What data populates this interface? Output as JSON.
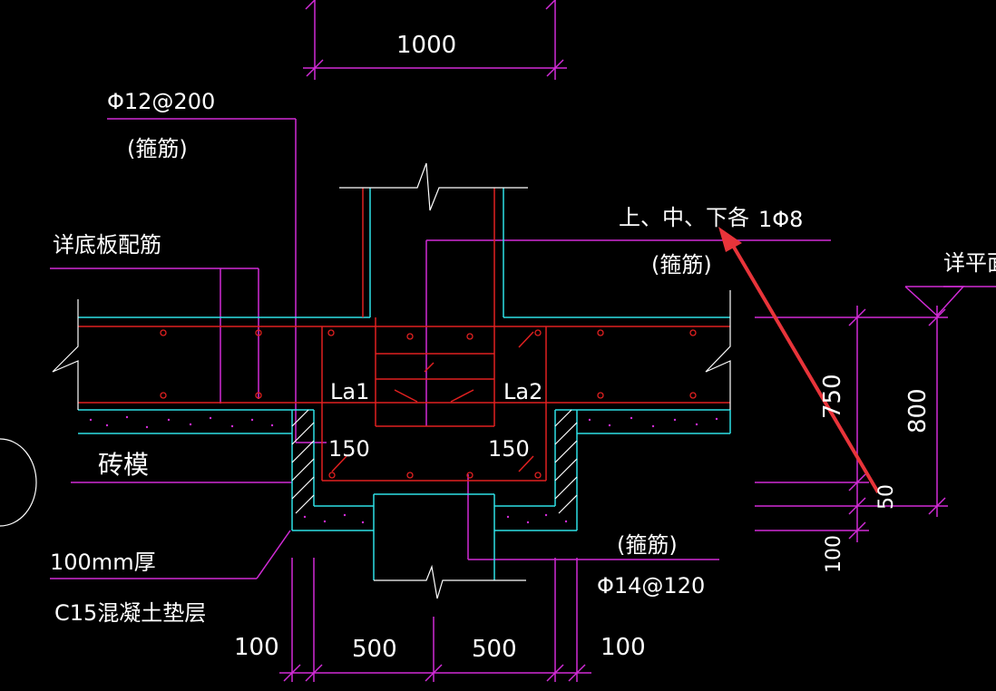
{
  "labels": {
    "dim_top": "1000",
    "rebar_top_left": "Φ12@200",
    "stirrup_left": "(箍筋)",
    "base_plate_note": "详底板配筋",
    "stirrup_top_right": "上、中、下各",
    "rebar_top_right": "1Φ8",
    "stirrup_right": "(箍筋)",
    "plan_note": "详平面",
    "brick_mould": "砖模",
    "thickness": "100mm厚",
    "cushion": "C15混凝土垫层",
    "la1": "La1",
    "la2": "La2",
    "dim_150_left": "150",
    "dim_150_right": "150",
    "stirrup_bottom": "(箍筋)",
    "rebar_bottom": "Φ14@120",
    "dim_750": "750",
    "dim_800": "800",
    "dim_50": "50",
    "dim_100_right": "100",
    "dim_b1": "100",
    "dim_b2": "500",
    "dim_b3": "500",
    "dim_b4": "100"
  },
  "colors": {
    "background": "#000000",
    "dimension": "#d12bd6",
    "outline": "#2ee0e6",
    "rebar": "#e02020",
    "text": "#ffffff",
    "arrow": "#e8343a"
  }
}
